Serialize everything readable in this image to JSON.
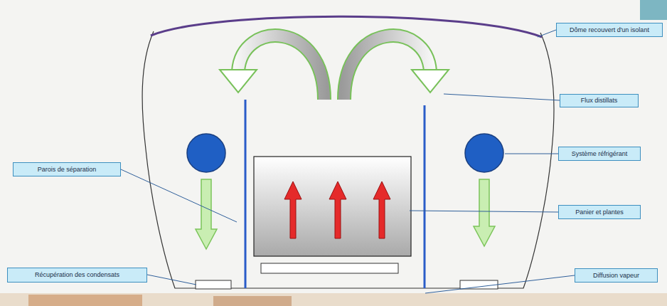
{
  "diagram": {
    "nodes": [
      {
        "text": [
          "Dôme recouvert d'un isolant"
        ]
      },
      {
        "text": [
          "Flux distillats"
        ]
      },
      {
        "text": [
          "Système réfrigérant"
        ]
      },
      {
        "text": [
          "Parois de séparation"
        ]
      },
      {
        "text": [
          "Panier et plantes"
        ]
      },
      {
        "text": [
          "Récupération des condensats"
        ]
      },
      {
        "text": [
          "Diffusion vapeur"
        ]
      }
    ]
  }
}
